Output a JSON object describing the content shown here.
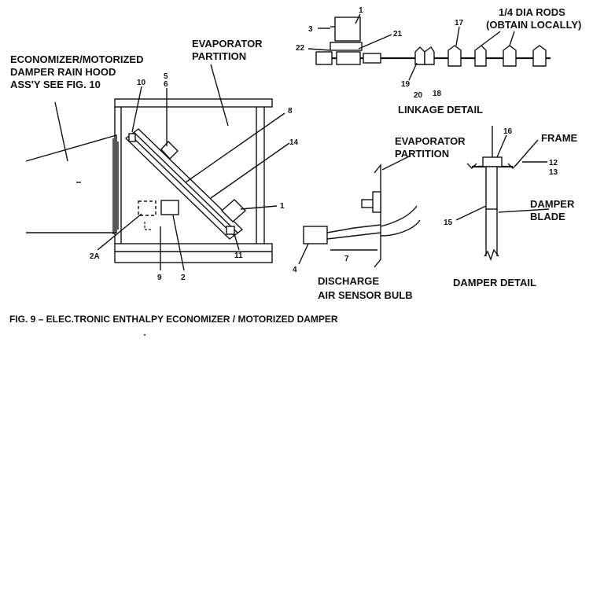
{
  "figure": {
    "caption": "FIG. 9 – ELEC.TRONIC ENTHALPY ECONOMIZER / MOTORIZED DAMPER"
  },
  "main_view": {
    "hood_label": [
      "ECONOMIZER/MOTORIZED",
      "DAMPER RAIN HOOD",
      "ASS'Y SEE FIG. 10"
    ],
    "partition_label": [
      "EVAPORATOR",
      "PARTITION"
    ],
    "callouts": {
      "c10": "10",
      "c5": "5",
      "c6": "6",
      "c8": "8",
      "c14": "14",
      "c1": "1",
      "c2a": "2A",
      "c9": "9",
      "c2": "2",
      "c11": "11"
    }
  },
  "linkage_detail": {
    "title": "LINKAGE DETAIL",
    "rods_label": [
      "1/4 DIA RODS",
      "(OBTAIN LOCALLY)"
    ],
    "callouts": {
      "c3": "3",
      "c1": "1",
      "c22": "22",
      "c21": "21",
      "c17": "17",
      "c19": "19",
      "c20": "20",
      "c18": "18"
    }
  },
  "sensor_detail": {
    "partition_label": [
      "EVAPORATOR",
      "PARTITION"
    ],
    "title": [
      "DISCHARGE",
      "AIR SENSOR BULB"
    ],
    "callouts": {
      "c4": "4",
      "c7": "7"
    }
  },
  "damper_detail": {
    "title": "DAMPER DETAIL",
    "frame_label": "FRAME",
    "blade_label": [
      "DAMPER",
      "BLADE"
    ],
    "callouts": {
      "c16": "16",
      "c12": "12",
      "c13": "13",
      "c15": "15"
    }
  }
}
